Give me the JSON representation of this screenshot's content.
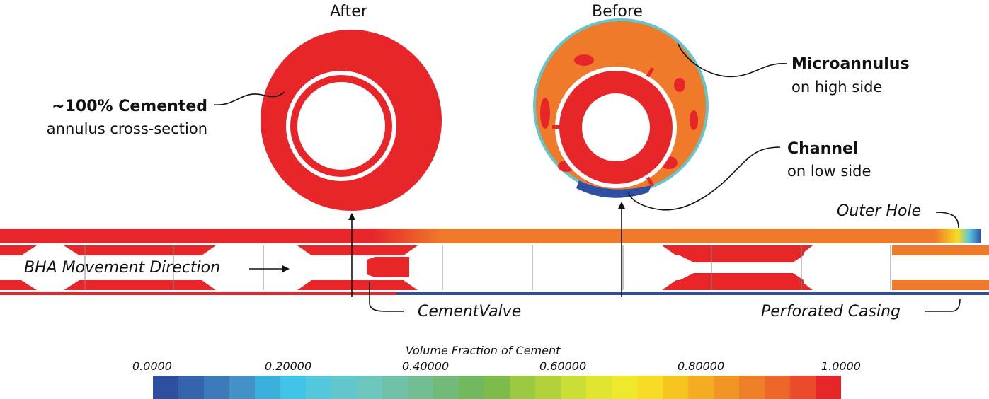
{
  "labels": {
    "after": "After",
    "before": "Before",
    "cemented_bold": "~100% Cemented",
    "cemented_sub": "annulus cross-section",
    "micro_bold": "Microannulus",
    "micro_sub": "on high side",
    "channel_bold": "Channel",
    "channel_sub": "on low side",
    "outer_hole": "Outer Hole",
    "bha": "BHA Movement Direction",
    "cement_valve": "CementValve",
    "perforated": "Perforated Casing"
  },
  "colorbar": {
    "title": "Volume Fraction of Cement",
    "ticks": [
      "0.0000",
      "0.20000",
      "0.40000",
      "0.60000",
      "0.80000",
      "1.0000"
    ],
    "colors": [
      "#2e4f9f",
      "#3564ad",
      "#3c79b9",
      "#4391c7",
      "#3cb0dc",
      "#3fc3e7",
      "#55c7dc",
      "#63c6cc",
      "#6dc6bc",
      "#6fc0a8",
      "#72bd92",
      "#73ba78",
      "#72b85e",
      "#7cbb4c",
      "#9bc93f",
      "#b3d239",
      "#cbde35",
      "#e0e630",
      "#eee92c",
      "#f6dc24",
      "#f6c520",
      "#f4ad22",
      "#f19624",
      "#ee7f27",
      "#ec662a",
      "#ea4b2b",
      "#e8262a"
    ]
  },
  "colors": {
    "cement": "#e8262a",
    "orange": "#ee7a2a",
    "blue": "#2f4fa5",
    "casing": "#ffffff"
  }
}
